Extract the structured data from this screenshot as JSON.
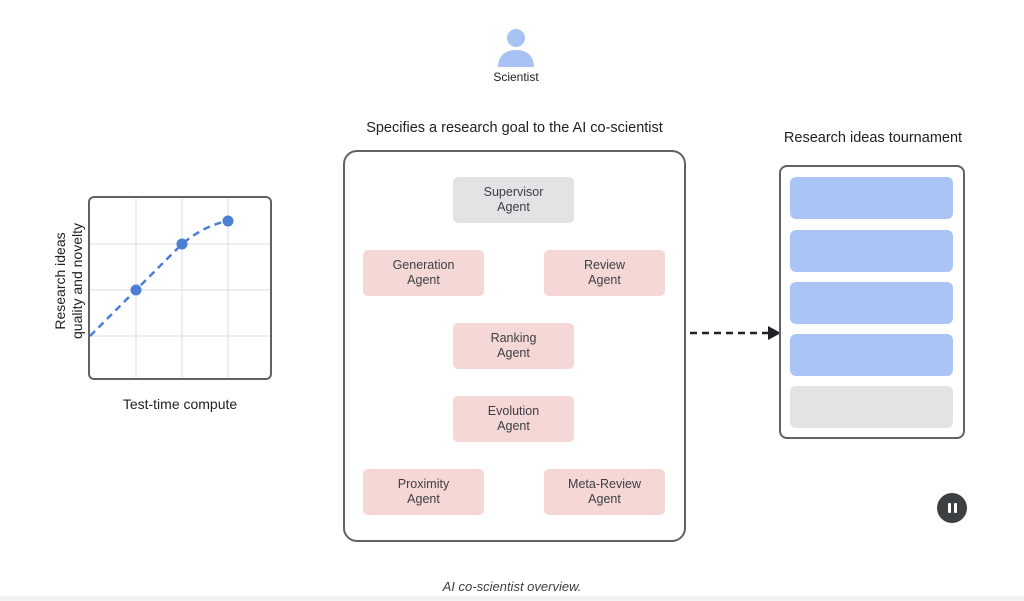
{
  "scientist": {
    "label": "Scientist",
    "icon": "person-icon"
  },
  "chart": {
    "xlabel": "Test-time compute",
    "ylabel_line1": "Research ideas",
    "ylabel_line2": "quality and novelty"
  },
  "chart_data": {
    "type": "line",
    "x": [
      1,
      2,
      3
    ],
    "values": [
      1,
      2,
      2.5
    ],
    "trend_extends_to_x": 0,
    "xlim": [
      0,
      4
    ],
    "ylim": [
      -1,
      3
    ],
    "grid": true,
    "line_style": "dashed",
    "series_color": "#4a7fd4",
    "title": "",
    "xlabel": "Test-time compute",
    "ylabel": "Research ideas quality and novelty"
  },
  "center": {
    "title": "Specifies a research goal to the AI co-scientist",
    "agents": [
      {
        "id": "supervisor",
        "line1": "Supervisor",
        "line2": "Agent",
        "color": "gray"
      },
      {
        "id": "generation",
        "line1": "Generation",
        "line2": "Agent",
        "color": "pink"
      },
      {
        "id": "review",
        "line1": "Review",
        "line2": "Agent",
        "color": "pink"
      },
      {
        "id": "ranking",
        "line1": "Ranking",
        "line2": "Agent",
        "color": "pink"
      },
      {
        "id": "evolution",
        "line1": "Evolution",
        "line2": "Agent",
        "color": "pink"
      },
      {
        "id": "proximity",
        "line1": "Proximity",
        "line2": "Agent",
        "color": "pink"
      },
      {
        "id": "meta-review",
        "line1": "Meta-Review",
        "line2": "Agent",
        "color": "pink"
      }
    ]
  },
  "tournament": {
    "title": "Research ideas tournament",
    "items": [
      "blue",
      "blue",
      "blue",
      "blue",
      "gray"
    ]
  },
  "colors": {
    "agent_pink": "#f5d7d6",
    "agent_gray": "#e1e3e4",
    "idea_blue": "#a9c4f5",
    "border": "#5f6368"
  },
  "controls": {
    "pause_icon": "pause-icon"
  },
  "caption": "AI co-scientist overview."
}
